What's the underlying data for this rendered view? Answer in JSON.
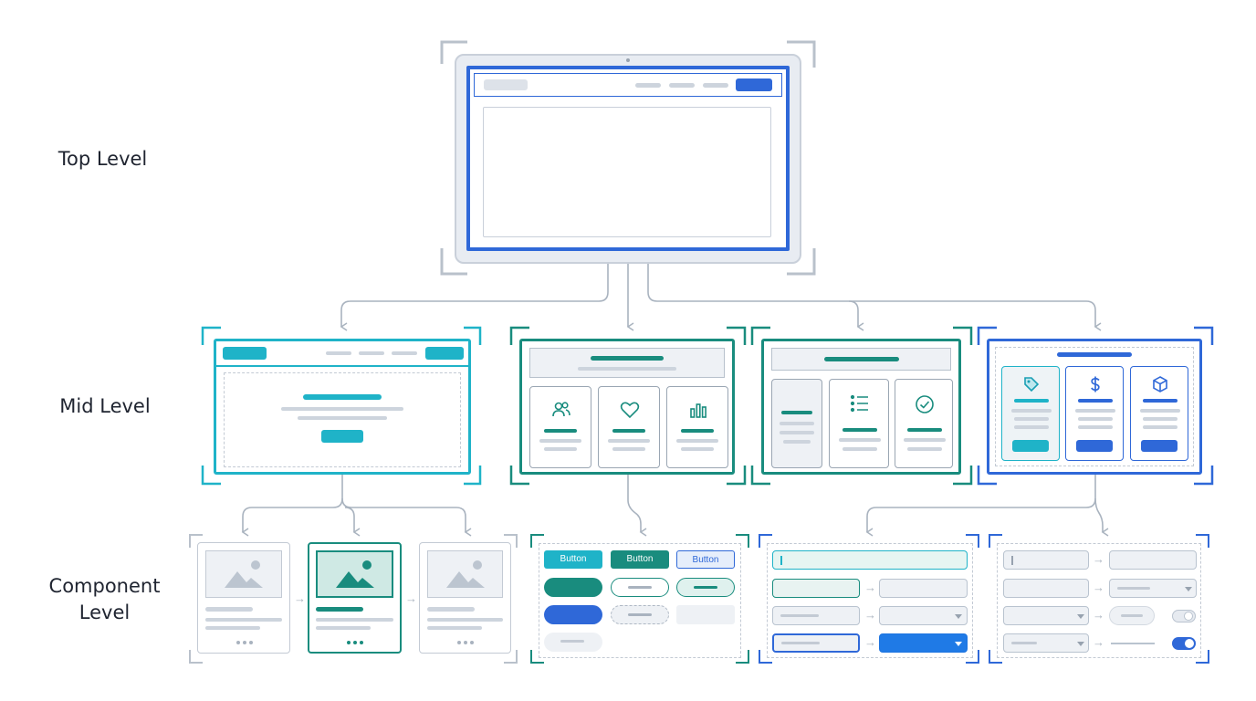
{
  "levels": {
    "top": "Top Level",
    "mid": "Mid Level",
    "component_line1": "Component",
    "component_line2": "Level"
  },
  "buttons": {
    "btn1": "Button",
    "btn2": "Button",
    "btn3": "Button"
  },
  "icons": {
    "mid2_card1": "users-icon",
    "mid2_card2": "heart-icon",
    "mid2_card3": "bar-chart-icon",
    "mid3_card2": "list-icon",
    "mid3_card3": "check-circle-icon",
    "mid4_card1": "tag-icon",
    "mid4_card2": "dollar-icon",
    "mid4_card3": "box-icon",
    "comp_images": "image-icon"
  },
  "colors": {
    "blue": "#2f68d8",
    "teal_cyan": "#1fb3c8",
    "teal_dark": "#198c7e",
    "gray": "#c7ced8"
  }
}
